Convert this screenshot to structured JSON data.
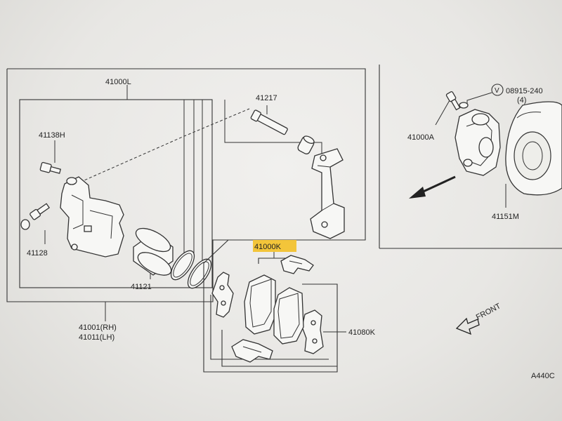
{
  "labels": {
    "caliper_assembly": "41000L",
    "guide_pin": "41217",
    "bleeder_bolt": "41138H",
    "caliper_bolt": "41128",
    "piston": "41121",
    "caliper_rh_lh_rh": "41001(RH)",
    "caliper_rh_lh_lh": "41011(LH)",
    "pad_kit": "41000K",
    "pad_hardware_kit": "41080K",
    "caliper_ref": "41000A",
    "washer": "08915-240",
    "washer_qty": "(4)",
    "washer_symbol": "V",
    "baffle_plate": "41151M",
    "front_label": "FRONT",
    "diagram_code": "A440C"
  },
  "colors": {
    "highlight": "#f3c53a",
    "line": "#333333"
  }
}
